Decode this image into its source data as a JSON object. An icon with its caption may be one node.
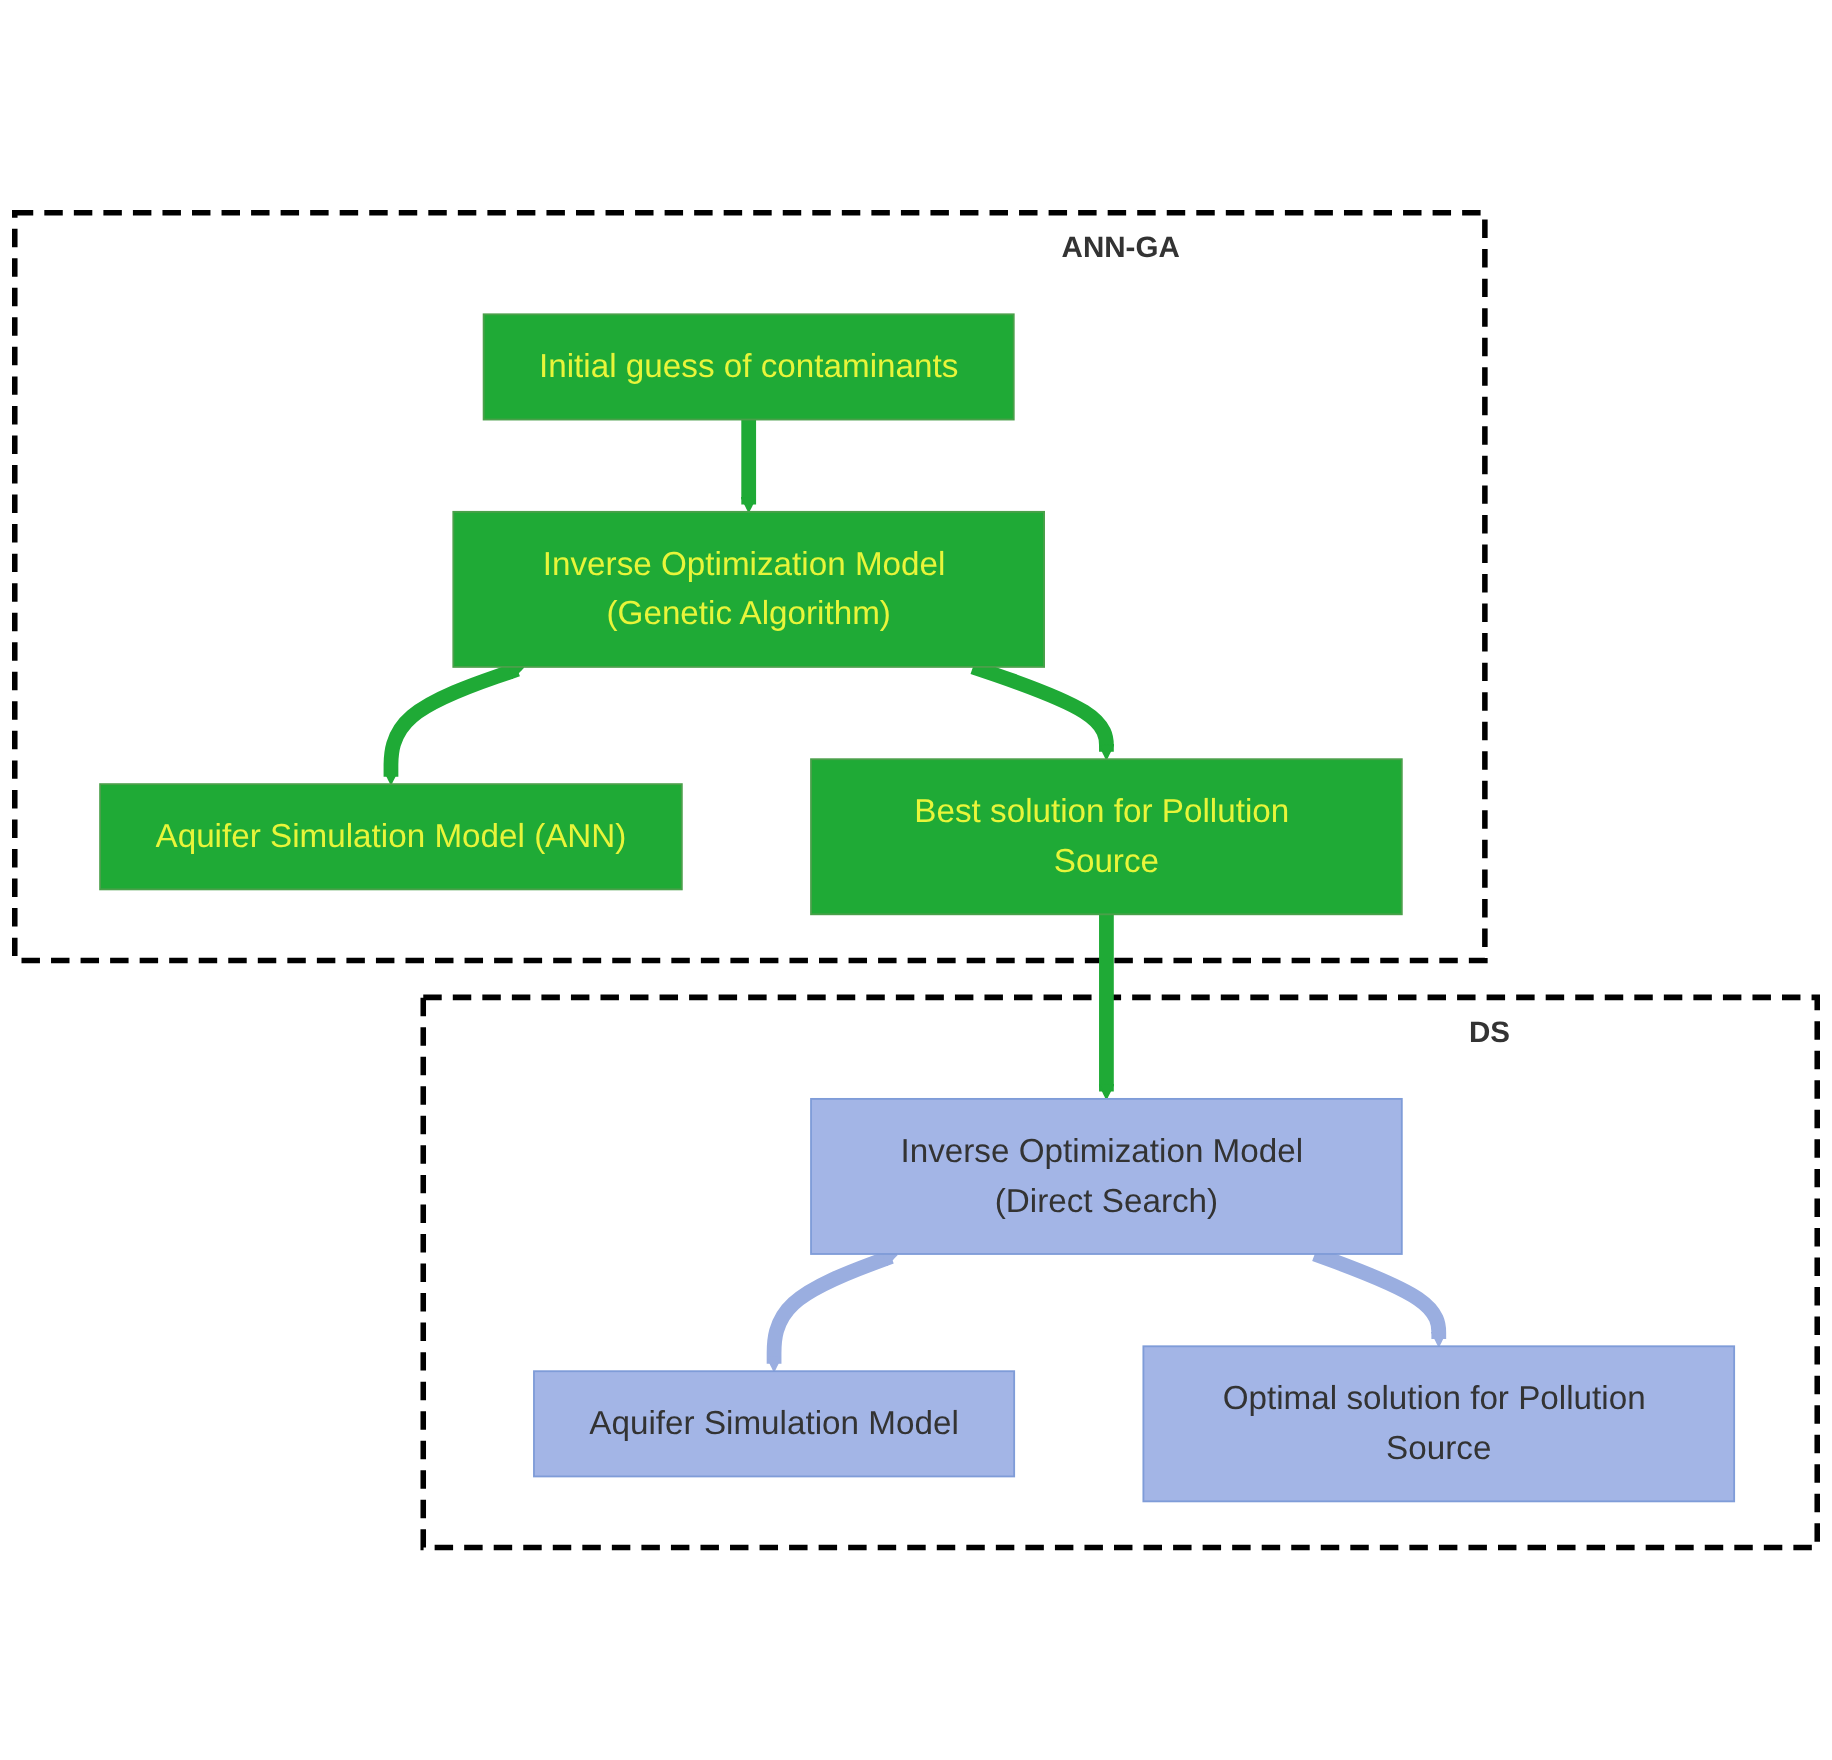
{
  "diagram": {
    "nodes": [
      {
        "text": [
          "ANN-GA"
        ]
      },
      {
        "text": [
          "Initial guess of contaminants"
        ],
        "in": 0
      },
      {
        "text": [
          "Inverse Optimization Model (Genetic Algorithm)"
        ],
        "in": 0
      },
      {
        "text": [
          "Aquifer Simulation Model (ANN)"
        ],
        "in": 0
      },
      {
        "text": [
          "Best solution for Pollution Source"
        ],
        "in": 0
      },
      {
        "text": [
          "DS"
        ]
      },
      {
        "text": [
          "Inverse Optimization Model (Direct Search)"
        ],
        "in": 5
      },
      {
        "text": [
          "Aquifer Simulation Model"
        ],
        "in": 5
      },
      {
        "text": [
          "Optimal solution for Pollution Source"
        ],
        "in": 5
      }
    ],
    "edges": [
      {
        "from": 1,
        "to": 2,
        "arrow": "to"
      },
      {
        "from": 2,
        "to": 3,
        "arrow": "both"
      },
      {
        "from": 2,
        "to": 4,
        "arrow": "to"
      },
      {
        "from": 4,
        "to": 6,
        "arrow": "to"
      },
      {
        "from": 6,
        "to": 7,
        "arrow": "both",
        "color": "#9aaee0"
      },
      {
        "from": 6,
        "to": 8,
        "arrow": "to",
        "color": "#9aaee0"
      }
    ]
  }
}
